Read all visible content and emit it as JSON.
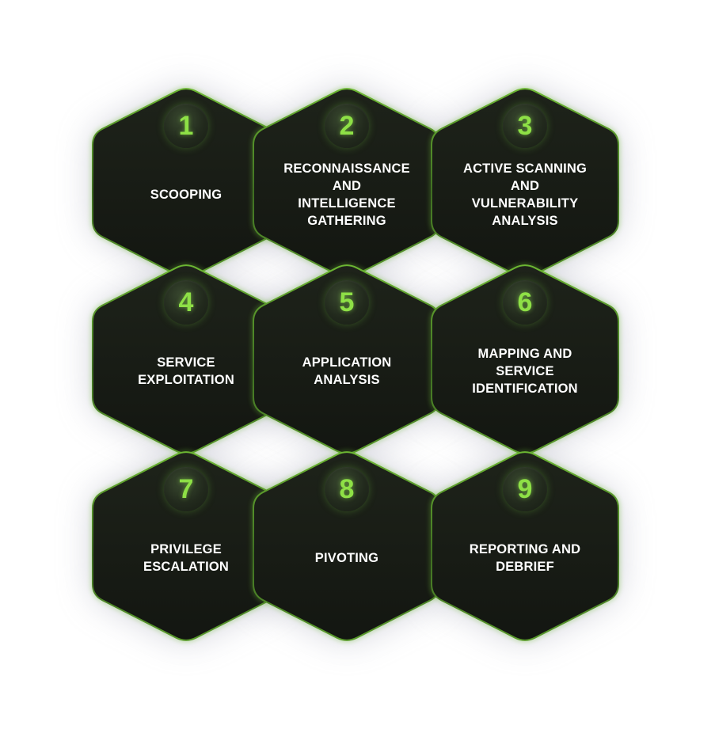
{
  "diagram": {
    "colors": {
      "hex_fill_top": "#1d2119",
      "hex_fill_bottom": "#141712",
      "hex_stroke": "#5da02c",
      "accent_green": "#8ee046",
      "label_text": "#ffffff",
      "outer_glow": "#a9aabb"
    },
    "steps": [
      {
        "number": "1",
        "label": "SCOOPING"
      },
      {
        "number": "2",
        "label": "RECONNAISSANCE\nAND\nINTELLIGENCE\nGATHERING"
      },
      {
        "number": "3",
        "label": "ACTIVE SCANNING\nAND\nVULNERABILITY\nANALYSIS"
      },
      {
        "number": "4",
        "label": "SERVICE\nEXPLOITATION"
      },
      {
        "number": "5",
        "label": "APPLICATION\nANALYSIS"
      },
      {
        "number": "6",
        "label": "MAPPING AND\nSERVICE\nIDENTIFICATION"
      },
      {
        "number": "7",
        "label": "PRIVILEGE\nESCALATION"
      },
      {
        "number": "8",
        "label": "PIVOTING"
      },
      {
        "number": "9",
        "label": "REPORTING AND\nDEBRIEF"
      }
    ]
  }
}
